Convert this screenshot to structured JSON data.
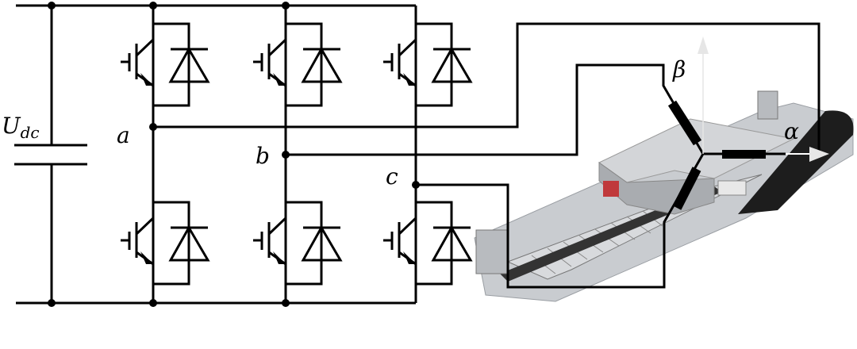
{
  "labels": {
    "dc_voltage_main": "U",
    "dc_voltage_sub": "dc",
    "node_a": "a",
    "node_b": "b",
    "node_c": "c",
    "axis_alpha": "α",
    "axis_beta": "β"
  },
  "inverter": {
    "legs": [
      "a",
      "b",
      "c"
    ],
    "switches_per_leg": 2,
    "switch_type": "IGBT with antiparallel diode"
  },
  "load": {
    "type": "linear motor stage photo with star-connected windings",
    "axes": [
      "α",
      "β"
    ]
  },
  "colors": {
    "wire": "#000000",
    "axis": "#e6e6e6",
    "stage": "#bfc2c6"
  }
}
